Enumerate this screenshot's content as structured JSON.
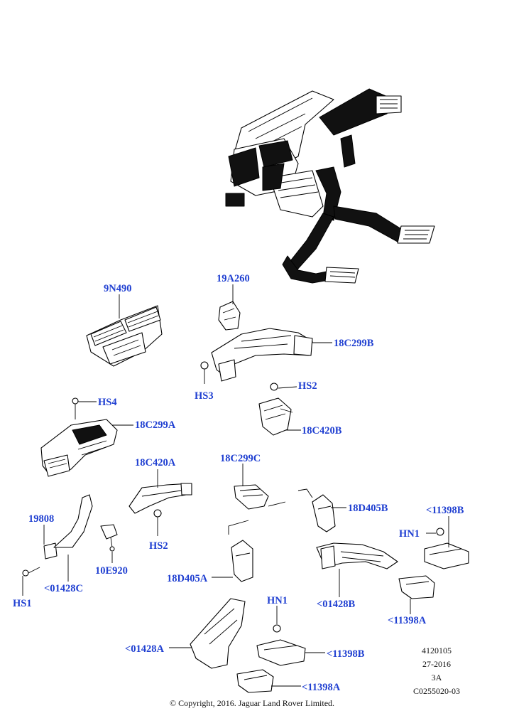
{
  "callouts": {
    "c9N490": "9N490",
    "c19A260": "19A260",
    "c18C299B": "18C299B",
    "cHS3": "HS3",
    "cHS2_top": "HS2",
    "c18C420B": "18C420B",
    "cHS4": "HS4",
    "c18C299A": "18C299A",
    "c18C420A": "18C420A",
    "c18C299C": "18C299C",
    "c18D405B": "18D405B",
    "c11398B_top": "<11398B",
    "cHN1_right": "HN1",
    "c19808": "19808",
    "cHS2_mid": "HS2",
    "c10E920": "10E920",
    "c01428C": "<01428C",
    "cHS1": "HS1",
    "c18D405A": "18D405A",
    "c01428B": "<01428B",
    "c11398A_right": "<11398A",
    "cHN1_bottom": "HN1",
    "c01428A": "<01428A",
    "c11398B_bottom": "<11398B",
    "c11398A_bottom": "<11398A"
  },
  "meta": {
    "line1": "4120105",
    "line2": "27-2016",
    "line3": "3A",
    "line4": "C0255020-03"
  },
  "copyright": "© Copyright, 2016. Jaguar Land Rover Limited."
}
